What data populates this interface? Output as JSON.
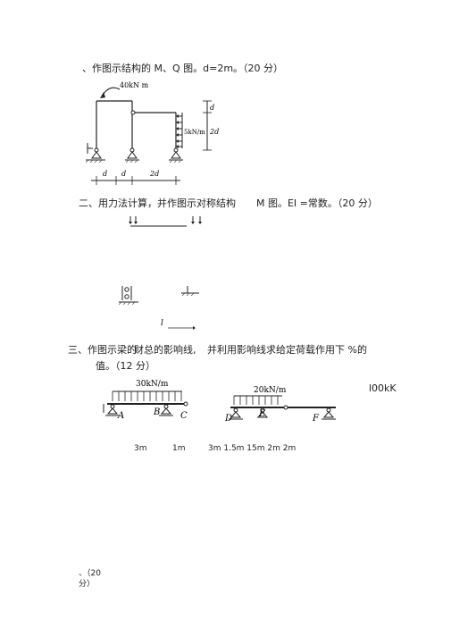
{
  "q1": {
    "text": "、作图示结构的 M、Q 图。d=2m。（20 分）",
    "fig": {
      "moment": "40kN m",
      "load": "5kN/m",
      "dim_d_top": "d",
      "dim_2d_right": "2d",
      "dim_bottom_1": "d",
      "dim_bottom_2": "d",
      "dim_bottom_3": "2d"
    }
  },
  "q2": {
    "text": "二、用力法计算，并作图示对称结构",
    "text2": "M 图。EI =常数。（20 分）",
    "fig": {
      "span": "l"
    }
  },
  "q3": {
    "line1_a": "三、作图示梁的",
    "line1_b": "财总的影响线,",
    "line1_c": "并利用影响线求给定荷载作用下 %的",
    "line2": "值。（12 分）",
    "fig": {
      "load1": "30kN/m",
      "load2": "20kN/m",
      "point_load": "l00kK",
      "A": "A",
      "B": "B",
      "C": "C",
      "D": "D",
      "E": "E",
      "F": "F"
    },
    "dims_left_1": "3m",
    "dims_left_2": "1m",
    "dims_right": "3m  1.5m  15m  2m  2m"
  },
  "q4": {
    "line1": "、（20",
    "line2": "分）"
  }
}
